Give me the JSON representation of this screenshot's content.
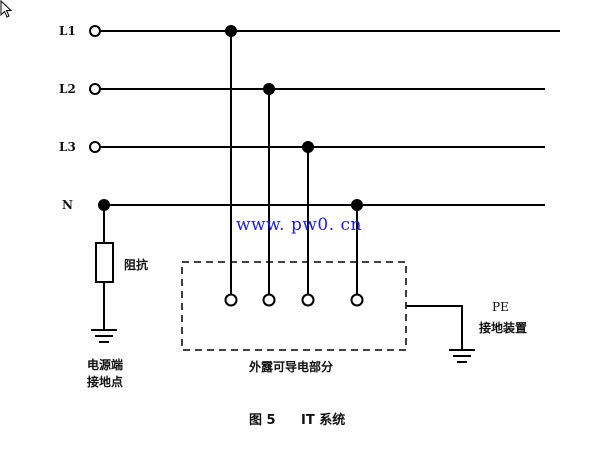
{
  "lines": [
    {
      "id": "L1",
      "label": "L1"
    },
    {
      "id": "L2",
      "label": "L2"
    },
    {
      "id": "L3",
      "label": "L3"
    },
    {
      "id": "N",
      "label": "N"
    }
  ],
  "impedance_label": "阻抗",
  "source_ground_label_1": "电源端",
  "source_ground_label_2": "接地点",
  "exposed_parts_label": "外露可导电部分",
  "pe_label": "PE",
  "pe_device_label": "接地装置",
  "watermark": "www. pw0. cn",
  "caption_prefix": "图 5",
  "caption_title": "IT 系统"
}
